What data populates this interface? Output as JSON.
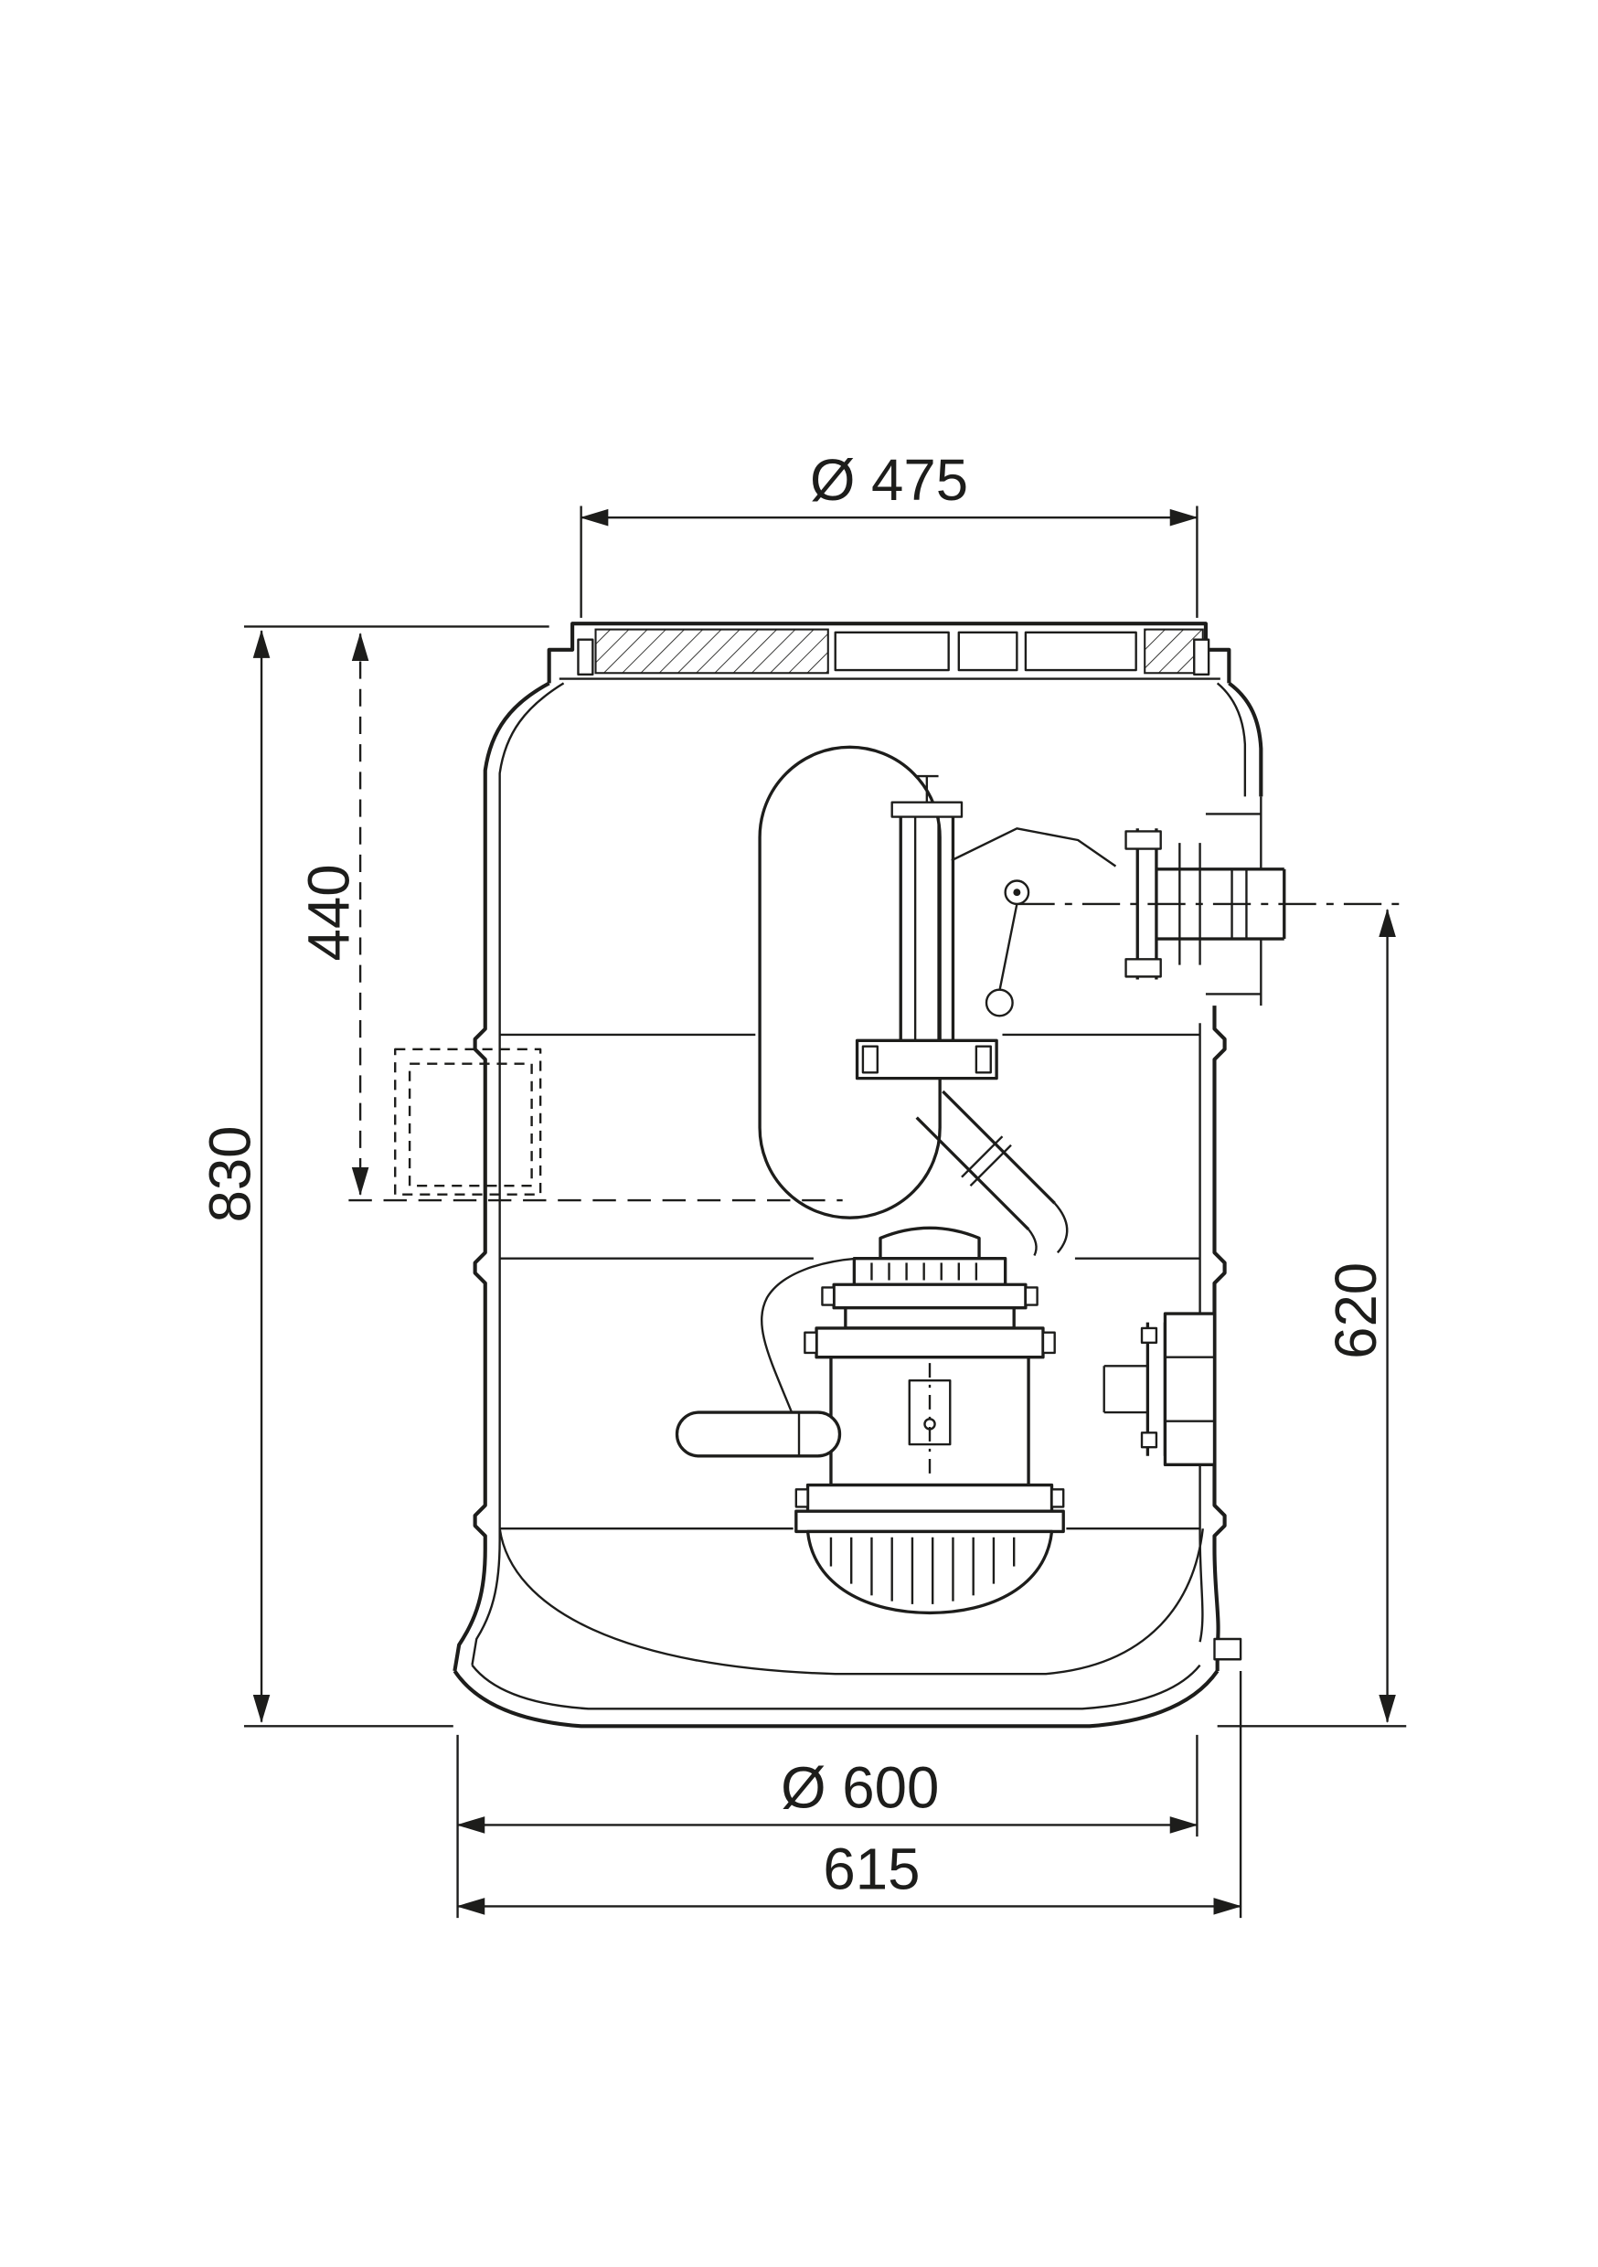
{
  "diagram": {
    "type": "technical-dimension-drawing",
    "subject": "sewage-lifting-station-cross-section",
    "colors": {
      "ink": "#1d1d1b",
      "background": "#ffffff"
    },
    "labels": {
      "top_diameter": "Ø 475",
      "inlet_height": "440",
      "overall_height": "830",
      "outlet_height": "620",
      "tank_diameter": "Ø 600",
      "base_width": "615"
    }
  }
}
